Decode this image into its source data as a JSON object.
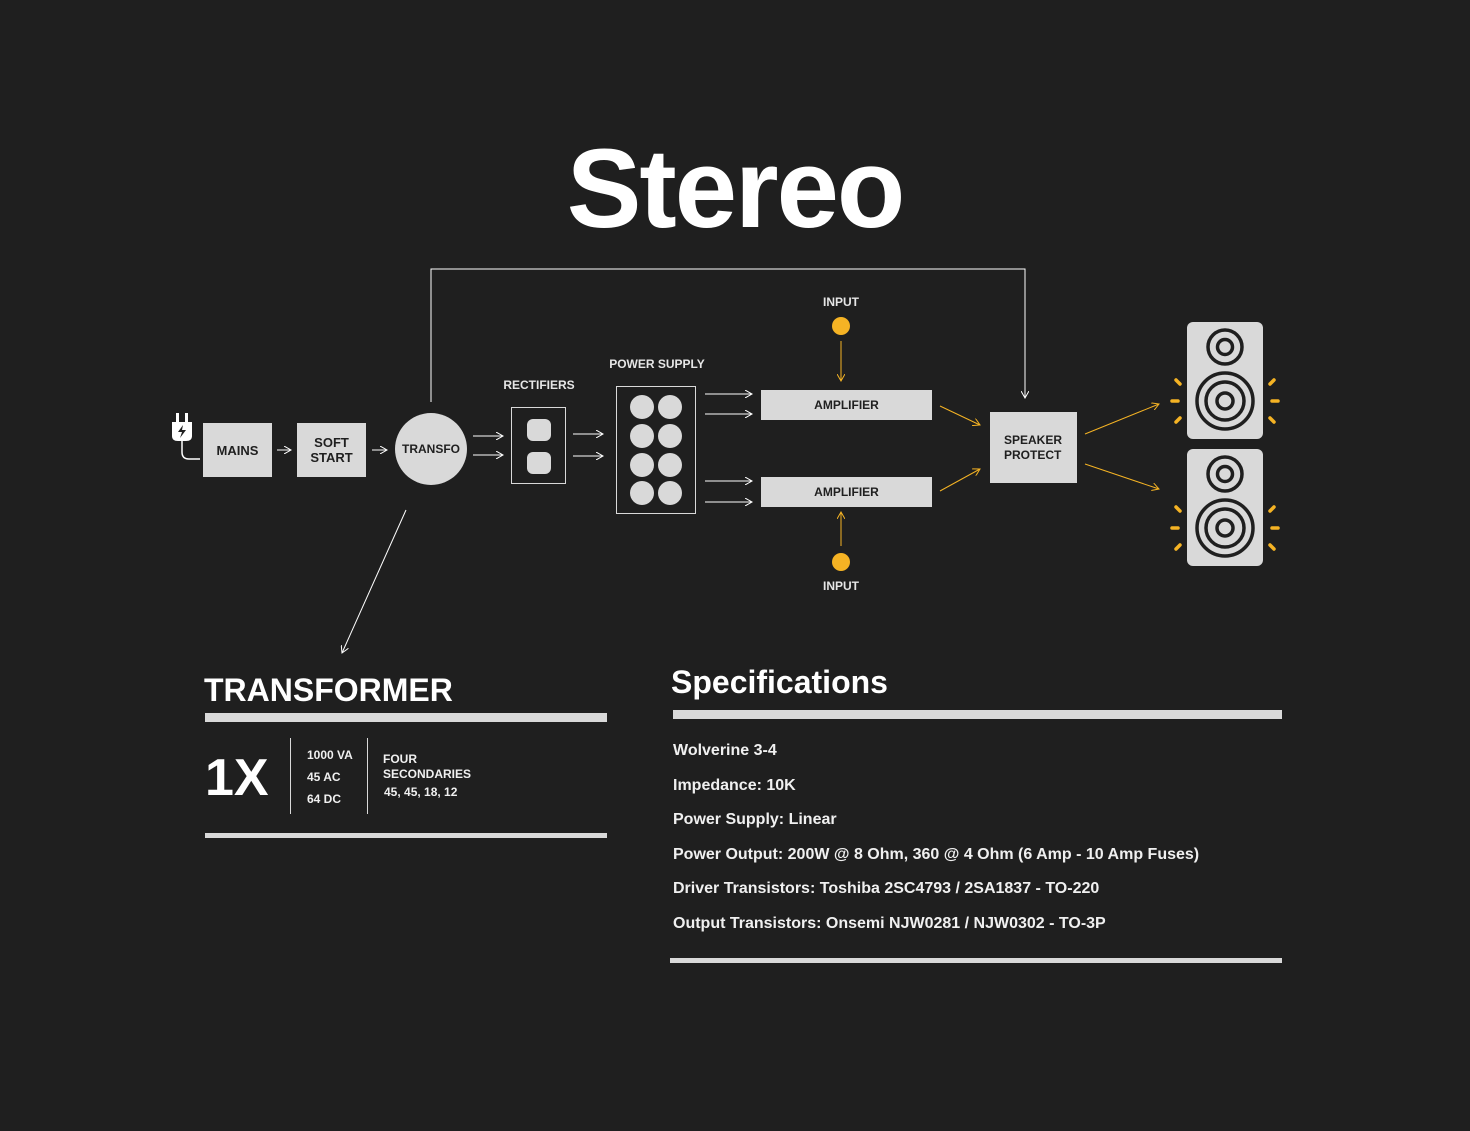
{
  "title": "Stereo",
  "diagram": {
    "mains": "MAINS",
    "soft_start_line1": "SOFT",
    "soft_start_line2": "START",
    "transfo": "TRANSFO",
    "rectifiers": "RECTIFIERS",
    "power_supply": "POWER SUPPLY",
    "amplifier_top": "AMPLIFIER",
    "amplifier_bottom": "AMPLIFIER",
    "input_top": "INPUT",
    "input_bottom": "INPUT",
    "speaker_protect_line1": "SPEAKER",
    "speaker_protect_line2": "PROTECT",
    "accent_color": "#f5b324",
    "box_color": "#d9d9d9"
  },
  "transformer": {
    "title": "TRANSFORMER",
    "count": "1X",
    "rating_va": "1000 VA",
    "rating_ac": "45 AC",
    "rating_dc": "64 DC",
    "secondaries_line1": "FOUR",
    "secondaries_line2": "SECONDARIES",
    "secondaries_values": "45, 45, 18, 12"
  },
  "specifications": {
    "title": "Specifications",
    "items": [
      "Wolverine 3-4",
      "Impedance: 10K",
      "Power Supply: Linear",
      "Power Output: 200W @ 8 Ohm, 360 @ 4 Ohm (6 Amp - 10 Amp Fuses)",
      "Driver Transistors: Toshiba  2SC4793 / 2SA1837 - TO-220",
      "Output Transistors: Onsemi  NJW0281 / NJW0302 - TO-3P"
    ]
  }
}
